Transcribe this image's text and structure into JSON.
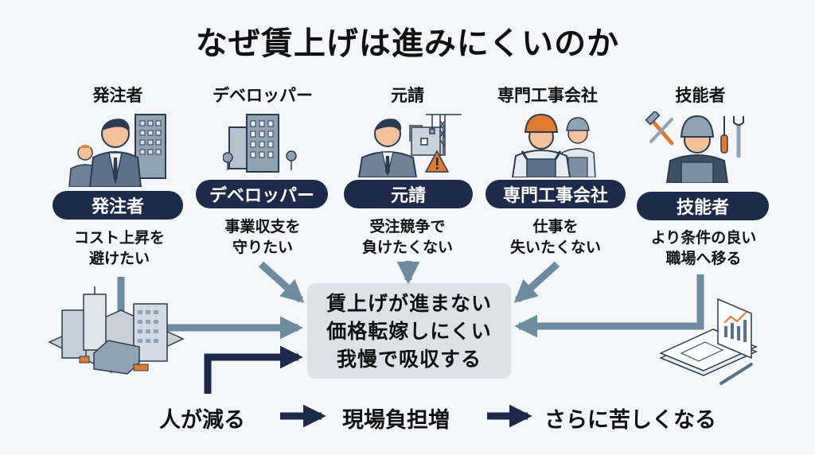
{
  "title": "なぜ賃上げは進みにくいのか",
  "actors": [
    {
      "header": "発注者",
      "badge": "発注者",
      "desc_line1": "コスト上昇を",
      "desc_line2": "避けたい",
      "icon": "businessmen-with-building-icon"
    },
    {
      "header": "デベロッパー",
      "badge": "デベロッパー",
      "desc_line1": "事業収支を",
      "desc_line2": "守りたい",
      "icon": "office-buildings-icon"
    },
    {
      "header": "元請",
      "badge": "元請",
      "desc_line1": "受注競争で",
      "desc_line2": "負けたくない",
      "icon": "contractor-with-crane-warning-icon"
    },
    {
      "header": "専門工事会社",
      "badge": "専門工事会社",
      "desc_line1": "仕事を",
      "desc_line2": "失いたくない",
      "icon": "workers-with-helmets-icon"
    },
    {
      "header": "技能者",
      "badge": "技能者",
      "desc_line1": "より条件の良い",
      "desc_line2": "職場へ移る",
      "icon": "craftsman-with-tools-icon"
    }
  ],
  "center": {
    "line1": "賃上げが進まない",
    "line2": "価格転嫁しにくい",
    "line3": "我慢で吸収する"
  },
  "flow": {
    "step1": "人が減る",
    "step2": "現場負担増",
    "step3": "さらに苦しくなる"
  },
  "decorations": {
    "left": "city-construction-site-icon",
    "right": "blueprint-chart-icon"
  },
  "colors": {
    "badge": "#1d2a4a",
    "arrow_light": "#6f8ba0",
    "arrow_dark": "#1d2a4a",
    "center_box": "#dde2e8",
    "accent_orange": "#e07a2e",
    "background": "#f4f6f9"
  }
}
